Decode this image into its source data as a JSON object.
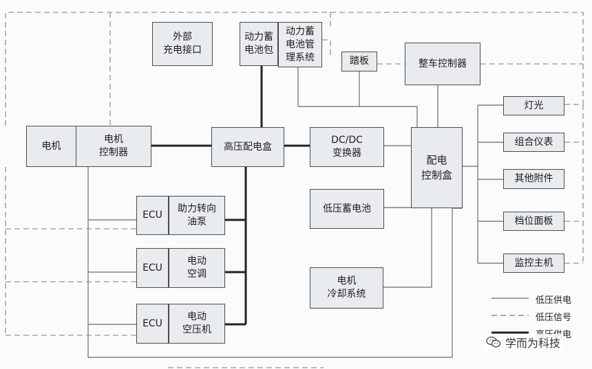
{
  "boxes": {
    "ext_charge": "外部\n充电接口",
    "battery_pack": "动力蓄\n电池包",
    "bms": "动力蓄\n电池管\n理系统",
    "pedal": "踏板",
    "vcu": "整车控制器",
    "motor": "电机",
    "motor_ctrl": "电机\n控制器",
    "hv_box": "高压配电盒",
    "dcdc": "DC/DC\n变换器",
    "pdu": "配电\n控制盒",
    "lv_battery": "低压蓄电池",
    "motor_cooling": "电机\n冷却系统",
    "ecu_steering": "ECU",
    "steering_pump": "助力转向\n油泵",
    "ecu_ac": "ECU",
    "ac": "电动\n空调",
    "ecu_compressor": "ECU",
    "compressor": "电动\n空压机",
    "lights": "灯光",
    "instrument": "组合仪表",
    "accessories": "其他附件",
    "gear_panel": "档位面板",
    "monitor": "监控主机"
  },
  "legend": {
    "low_voltage_power": "低压供电",
    "low_voltage_signal": "低压信号",
    "high_voltage_power": "高压供电"
  },
  "watermark": "学而为科技",
  "colors": {
    "box_fill": "#e9ecef",
    "border": "#4a4a4a",
    "wire_thin": "#6a6a6a",
    "wire_thick": "#222222",
    "wire_dashed": "#7d7d7d"
  }
}
